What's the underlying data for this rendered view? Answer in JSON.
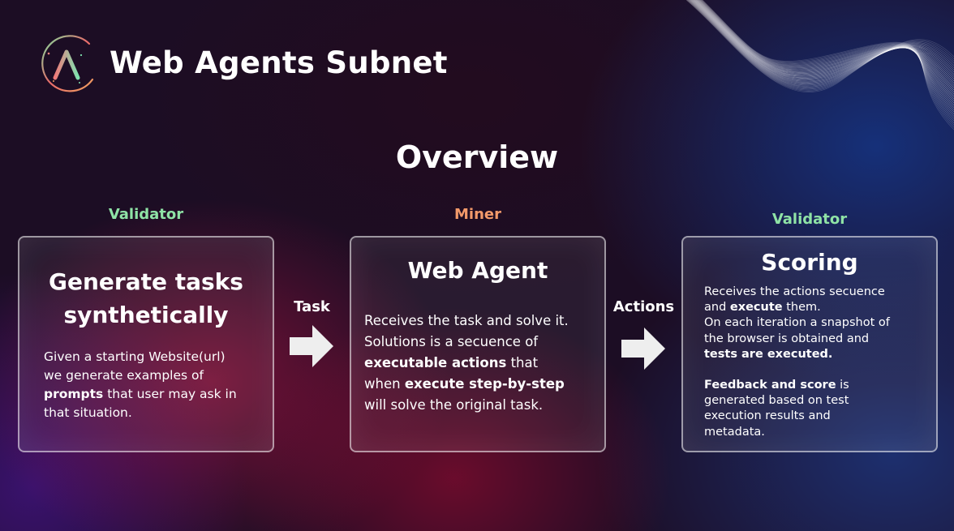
{
  "header": {
    "title": "Web Agents Subnet"
  },
  "overview_title": "Overview",
  "roles": {
    "left": "Validator",
    "middle": "Miner",
    "right": "Validator"
  },
  "flows": {
    "task_label": "Task",
    "actions_label": "Actions"
  },
  "cards": {
    "generate": {
      "title_line1": "Generate tasks",
      "title_line2": "synthetically",
      "line1": "Given a starting Website(url)",
      "line2": "we generate examples of",
      "line3_bold": "prompts",
      "line3_rest": " that user may ask in",
      "line4": "that situation."
    },
    "agent": {
      "title": "Web Agent",
      "line1": "Receives the task and solve it.",
      "line2": "Solutions is a secuence of",
      "line3_bold": "executable actions",
      "line3_rest": " that",
      "line4_pre": "when ",
      "line4_bold": "execute step-by-step",
      "line5": "will solve the original task."
    },
    "scoring": {
      "title": "Scoring",
      "line1": "Receives the actions secuence",
      "line2_pre": "and ",
      "line2_bold": "execute",
      "line2_rest": " them.",
      "line3": "On each iteration a snapshot of",
      "line4": "the browser is obtained and",
      "line5_bold": "tests are executed.",
      "line6_bold": "Feedback and score",
      "line6_rest": " is",
      "line7": "generated based on test",
      "line8": "execution results and",
      "line9": "metadata."
    }
  },
  "colors": {
    "validator": "#8fe3a6",
    "miner": "#f39a6a",
    "background": "#1c0d24"
  }
}
